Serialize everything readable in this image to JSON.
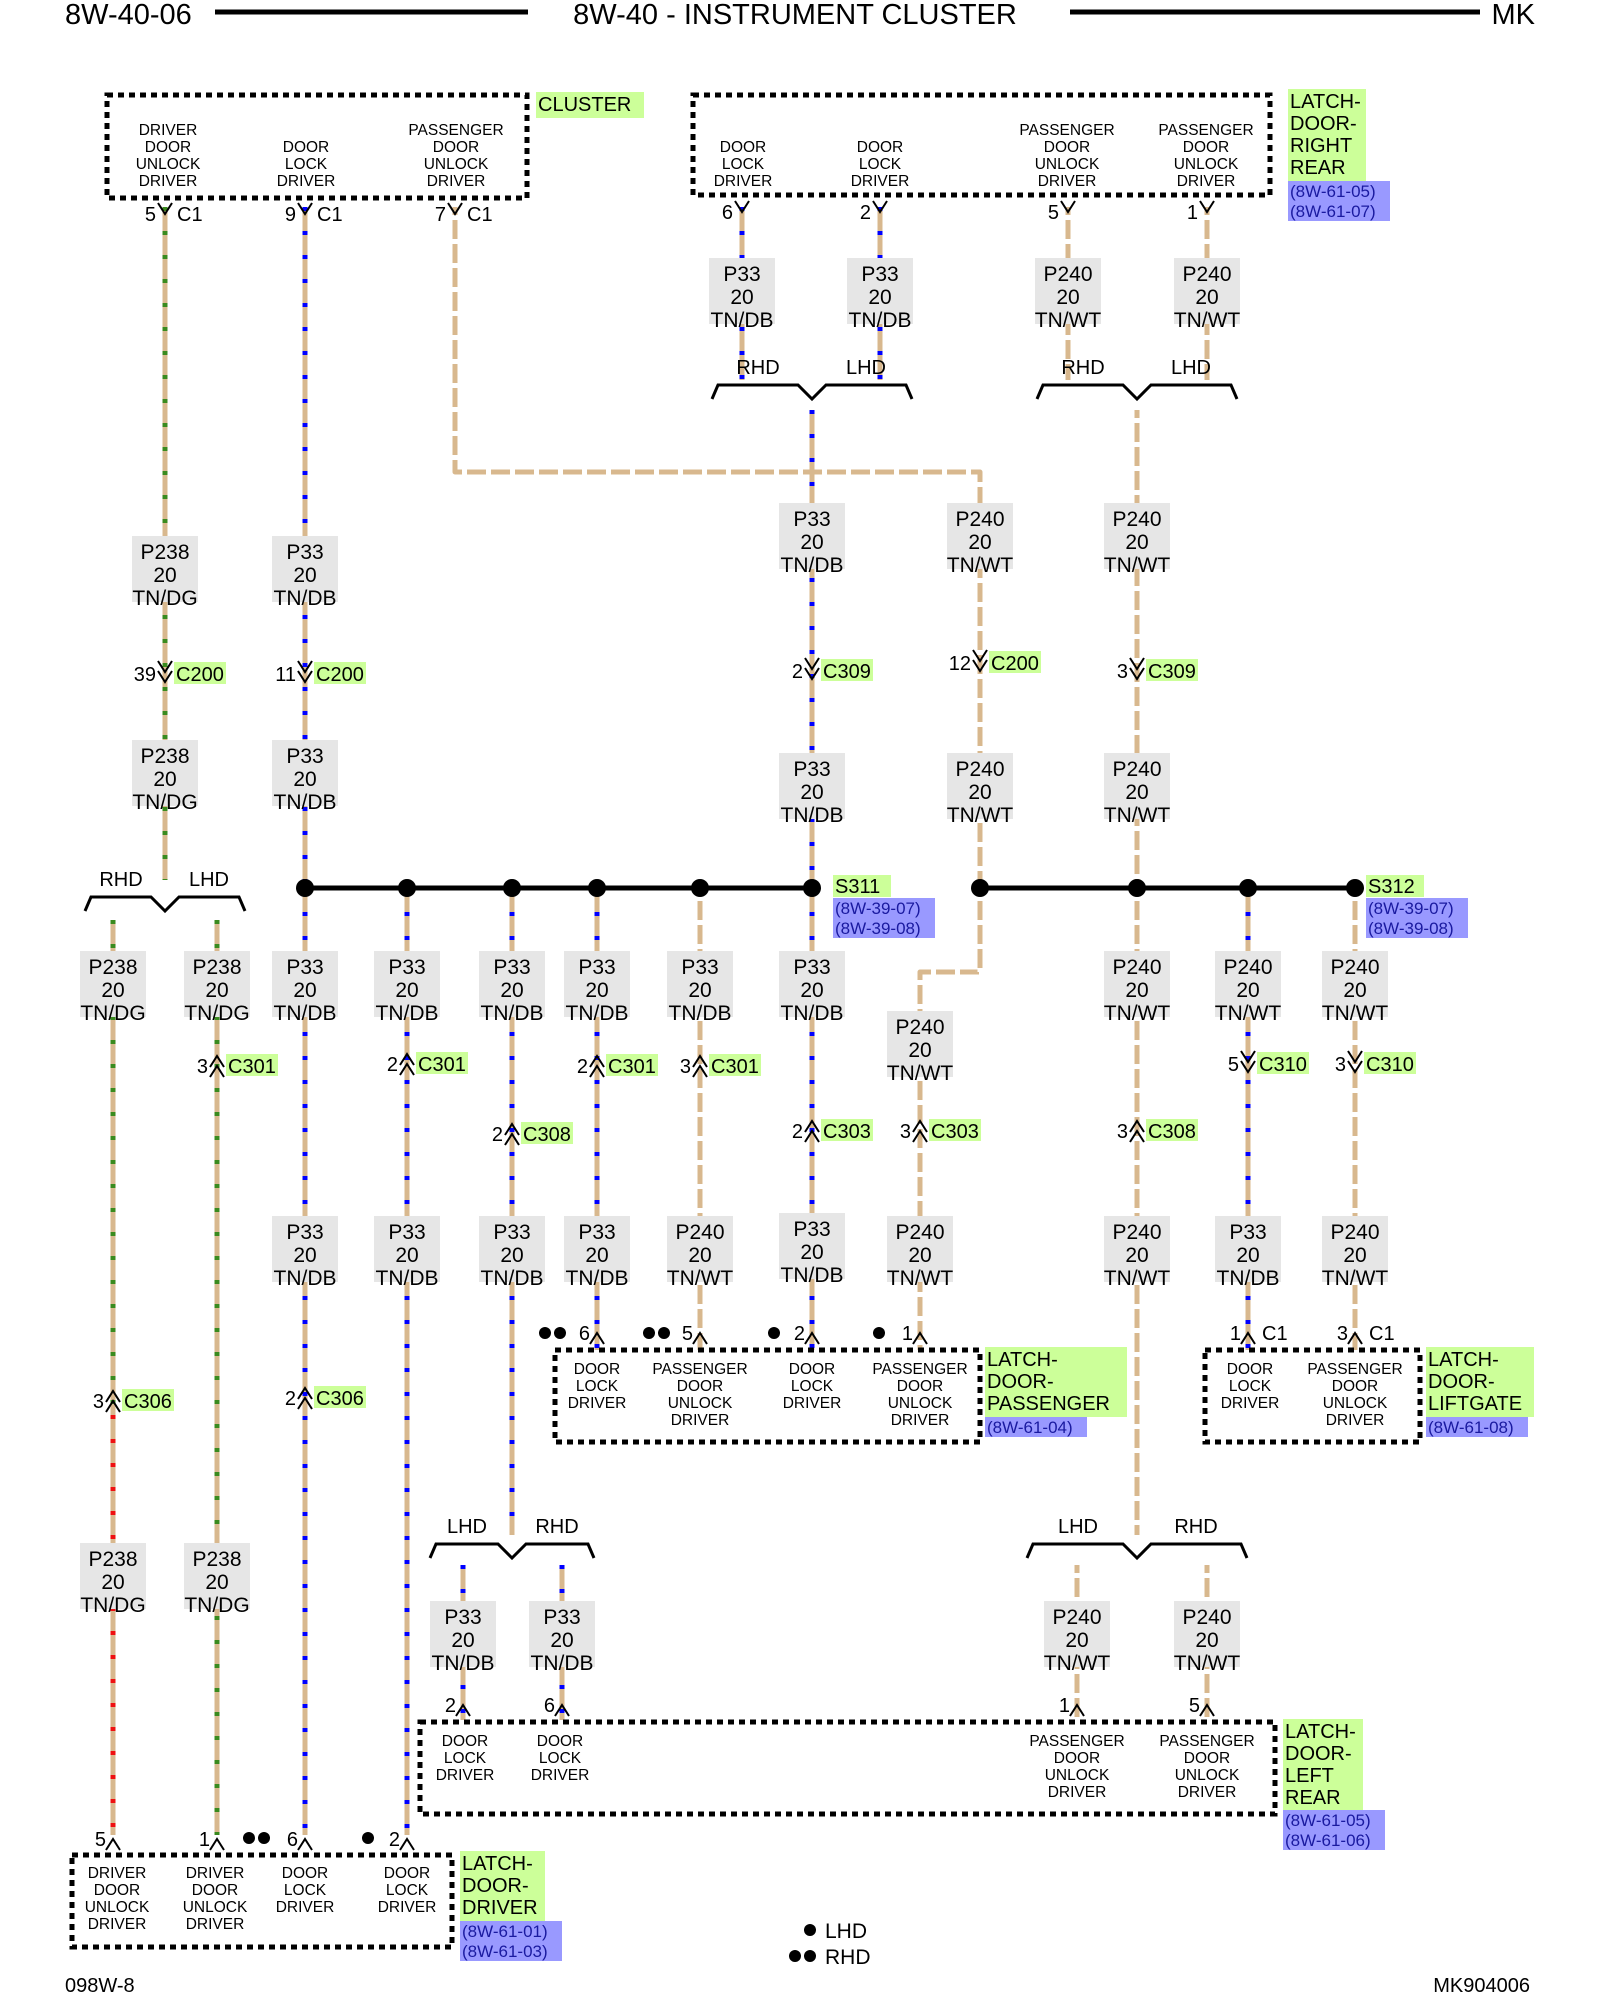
{
  "header": {
    "left": "8W-40-06",
    "center": "8W-40 - INSTRUMENT CLUSTER",
    "right": "MK"
  },
  "footer": {
    "left": "098W-8",
    "right": "MK904006"
  },
  "legend": {
    "lhd": "LHD",
    "rhd": "RHD"
  },
  "colors": {
    "tan": "#d8b88e",
    "blue": "#0000ff",
    "green": "#3a8a1e",
    "red": "#ee1111",
    "highlight": "#ccff99",
    "refbox": "#9999ff",
    "wirelabel_bg": "#e6e6e6"
  },
  "components": {
    "cluster": {
      "name": [
        "CLUSTER"
      ],
      "pins": [
        {
          "label": [
            "DRIVER",
            "DOOR",
            "UNLOCK",
            "DRIVER"
          ],
          "pin": "5",
          "conn": "C1"
        },
        {
          "label": [
            "DOOR",
            "LOCK",
            "DRIVER"
          ],
          "pin": "9",
          "conn": "C1"
        },
        {
          "label": [
            "PASSENGER",
            "DOOR",
            "UNLOCK",
            "DRIVER"
          ],
          "pin": "7",
          "conn": "C1"
        }
      ]
    },
    "rr": {
      "name": [
        "LATCH-",
        "DOOR-",
        "RIGHT",
        "REAR"
      ],
      "refs": [
        "(8W-61-05)",
        "(8W-61-07)"
      ],
      "pins": [
        {
          "label": [
            "DOOR",
            "LOCK",
            "DRIVER"
          ],
          "pin": "6"
        },
        {
          "label": [
            "DOOR",
            "LOCK",
            "DRIVER"
          ],
          "pin": "2"
        },
        {
          "label": [
            "PASSENGER",
            "DOOR",
            "UNLOCK",
            "DRIVER"
          ],
          "pin": "5"
        },
        {
          "label": [
            "PASSENGER",
            "DOOR",
            "UNLOCK",
            "DRIVER"
          ],
          "pin": "1"
        }
      ]
    },
    "pass": {
      "name": [
        "LATCH-",
        "DOOR-",
        "PASSENGER"
      ],
      "refs": [
        "(8W-61-04)"
      ],
      "pins": [
        {
          "label": [
            "DOOR",
            "LOCK",
            "DRIVER"
          ],
          "pin": "6"
        },
        {
          "label": [
            "PASSENGER",
            "DOOR",
            "UNLOCK",
            "DRIVER"
          ],
          "pin": "5"
        },
        {
          "label": [
            "DOOR",
            "LOCK",
            "DRIVER"
          ],
          "pin": "2"
        },
        {
          "label": [
            "PASSENGER",
            "DOOR",
            "UNLOCK",
            "DRIVER"
          ],
          "pin": "1"
        }
      ]
    },
    "lift": {
      "name": [
        "LATCH-",
        "DOOR-",
        "LIFTGATE"
      ],
      "refs": [
        "(8W-61-08)"
      ],
      "pins": [
        {
          "label": [
            "DOOR",
            "LOCK",
            "DRIVER"
          ],
          "pin": "1",
          "conn": "C1"
        },
        {
          "label": [
            "PASSENGER",
            "DOOR",
            "UNLOCK",
            "DRIVER"
          ],
          "pin": "3",
          "conn": "C1"
        }
      ]
    },
    "lr": {
      "name": [
        "LATCH-",
        "DOOR-",
        "LEFT",
        "REAR"
      ],
      "refs": [
        "(8W-61-05)",
        "(8W-61-06)"
      ],
      "pins": [
        {
          "label": [
            "DOOR",
            "LOCK",
            "DRIVER"
          ],
          "pin": "2"
        },
        {
          "label": [
            "DOOR",
            "LOCK",
            "DRIVER"
          ],
          "pin": "6"
        },
        {
          "label": [
            "PASSENGER",
            "DOOR",
            "UNLOCK",
            "DRIVER"
          ],
          "pin": "1"
        },
        {
          "label": [
            "PASSENGER",
            "DOOR",
            "UNLOCK",
            "DRIVER"
          ],
          "pin": "5"
        }
      ]
    },
    "drv": {
      "name": [
        "LATCH-",
        "DOOR-",
        "DRIVER"
      ],
      "refs": [
        "(8W-61-01)",
        "(8W-61-03)"
      ],
      "pins": [
        {
          "label": [
            "DRIVER",
            "DOOR",
            "UNLOCK",
            "DRIVER"
          ],
          "pin": "5"
        },
        {
          "label": [
            "DRIVER",
            "DOOR",
            "UNLOCK",
            "DRIVER"
          ],
          "pin": "1"
        },
        {
          "label": [
            "DOOR",
            "LOCK",
            "DRIVER"
          ],
          "pin": "6"
        },
        {
          "label": [
            "DOOR",
            "LOCK",
            "DRIVER"
          ],
          "pin": "2"
        }
      ]
    }
  },
  "splices": {
    "s311": {
      "name": "S311",
      "refs": [
        "(8W-39-07)",
        "(8W-39-08)"
      ]
    },
    "s312": {
      "name": "S312",
      "refs": [
        "(8W-39-07)",
        "(8W-39-08)"
      ]
    }
  },
  "wire_labels": [
    [
      "P238",
      "20",
      "TN/DG"
    ],
    [
      "P33",
      "20",
      "TN/DB"
    ],
    [
      "P33",
      "20",
      "TN/DB"
    ],
    [
      "P33",
      "20",
      "TN/DB"
    ],
    [
      "P240",
      "20",
      "TN/WT"
    ],
    [
      "P240",
      "20",
      "TN/WT"
    ],
    [
      "P238",
      "20",
      "TN/DG"
    ],
    [
      "P33",
      "20",
      "TN/DB"
    ],
    [
      "P33",
      "20",
      "TN/DB"
    ],
    [
      "P240",
      "20",
      "TN/WT"
    ],
    [
      "P240",
      "20",
      "TN/WT"
    ],
    [
      "P238",
      "20",
      "TN/DG"
    ],
    [
      "P33",
      "20",
      "TN/DB"
    ],
    [
      "P33",
      "20",
      "TN/DB"
    ],
    [
      "P240",
      "20",
      "TN/WT"
    ],
    [
      "P240",
      "20",
      "TN/WT"
    ],
    [
      "P238",
      "20",
      "TN/DG"
    ],
    [
      "P238",
      "20",
      "TN/DG"
    ],
    [
      "P33",
      "20",
      "TN/DB"
    ],
    [
      "P33",
      "20",
      "TN/DB"
    ],
    [
      "P33",
      "20",
      "TN/DB"
    ],
    [
      "P33",
      "20",
      "TN/DB"
    ],
    [
      "P33",
      "20",
      "TN/DB"
    ],
    [
      "P33",
      "20",
      "TN/DB"
    ],
    [
      "P240",
      "20",
      "TN/WT"
    ],
    [
      "P240",
      "20",
      "TN/WT"
    ],
    [
      "P240",
      "20",
      "TN/WT"
    ],
    [
      "P240",
      "20",
      "TN/WT"
    ],
    [
      "P33",
      "20",
      "TN/DB"
    ],
    [
      "P33",
      "20",
      "TN/DB"
    ],
    [
      "P33",
      "20",
      "TN/DB"
    ],
    [
      "P33",
      "20",
      "TN/DB"
    ],
    [
      "P240",
      "20",
      "TN/WT"
    ],
    [
      "P33",
      "20",
      "TN/DB"
    ],
    [
      "P240",
      "20",
      "TN/WT"
    ],
    [
      "P240",
      "20",
      "TN/WT"
    ],
    [
      "P33",
      "20",
      "TN/DB"
    ],
    [
      "P240",
      "20",
      "TN/WT"
    ],
    [
      "P238",
      "20",
      "TN/DG"
    ],
    [
      "P238",
      "20",
      "TN/DG"
    ],
    [
      "P33",
      "20",
      "TN/DB"
    ],
    [
      "P33",
      "20",
      "TN/DB"
    ],
    [
      "P240",
      "20",
      "TN/WT"
    ],
    [
      "P240",
      "20",
      "TN/WT"
    ]
  ],
  "connectors": [
    {
      "pin": "39",
      "name": "C200"
    },
    {
      "pin": "11",
      "name": "C200"
    },
    {
      "pin": "2",
      "name": "C309"
    },
    {
      "pin": "12",
      "name": "C200"
    },
    {
      "pin": "3",
      "name": "C309"
    },
    {
      "pin": "3",
      "name": "C301"
    },
    {
      "pin": "2",
      "name": "C301"
    },
    {
      "pin": "2",
      "name": "C308"
    },
    {
      "pin": "2",
      "name": "C301"
    },
    {
      "pin": "3",
      "name": "C301"
    },
    {
      "pin": "2",
      "name": "C303"
    },
    {
      "pin": "3",
      "name": "C303"
    },
    {
      "pin": "3",
      "name": "C308"
    },
    {
      "pin": "5",
      "name": "C310"
    },
    {
      "pin": "3",
      "name": "C310"
    },
    {
      "pin": "3",
      "name": "C306"
    },
    {
      "pin": "2",
      "name": "C306"
    }
  ],
  "branch_labels": [
    {
      "left": "RHD",
      "right": "LHD"
    },
    {
      "left": "RHD",
      "right": "LHD"
    },
    {
      "left": "RHD",
      "right": "LHD"
    },
    {
      "left": "LHD",
      "right": "RHD"
    },
    {
      "left": "LHD",
      "right": "RHD"
    }
  ]
}
